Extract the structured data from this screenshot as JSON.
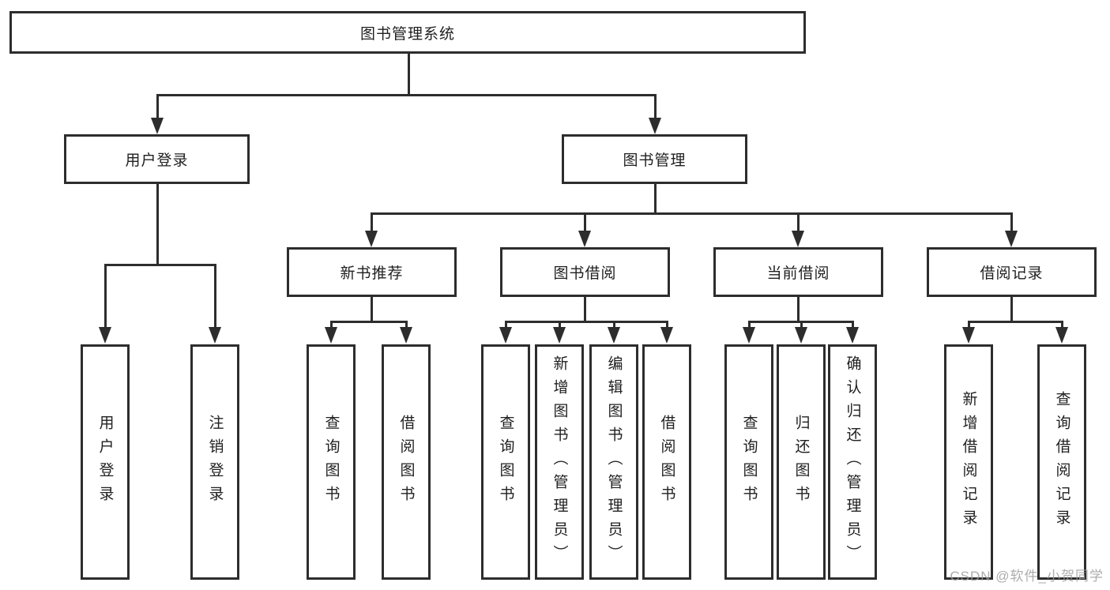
{
  "diagram": {
    "root": {
      "label": "图书管理系统"
    },
    "level2": {
      "user_login": {
        "label": "用户登录"
      },
      "book_mgmt": {
        "label": "图书管理"
      }
    },
    "level3": {
      "new_books": {
        "label": "新书推荐"
      },
      "borrow": {
        "label": "图书借阅"
      },
      "current": {
        "label": "当前借阅"
      },
      "records": {
        "label": "借阅记录"
      }
    },
    "leaves": {
      "user_login": [
        {
          "label": "用户登录"
        },
        {
          "label": "注销登录"
        }
      ],
      "new_books": [
        {
          "label": "查询图书"
        },
        {
          "label": "借阅图书"
        }
      ],
      "borrow": [
        {
          "label": "查询图书"
        },
        {
          "label": "新增图书（管理员）"
        },
        {
          "label": "编辑图书（管理员）"
        },
        {
          "label": "借阅图书"
        }
      ],
      "current": [
        {
          "label": "查询图书"
        },
        {
          "label": "归还图书"
        },
        {
          "label": "确认归还（管理员）"
        }
      ],
      "records": [
        {
          "label": "新增借阅记录"
        },
        {
          "label": "查询借阅记录"
        }
      ]
    }
  },
  "watermark": {
    "text": "CSDN @软件_小贺同学"
  },
  "colors": {
    "line": "#2d2d2d",
    "background": "#ffffff",
    "watermark": "#9e9e9e"
  }
}
